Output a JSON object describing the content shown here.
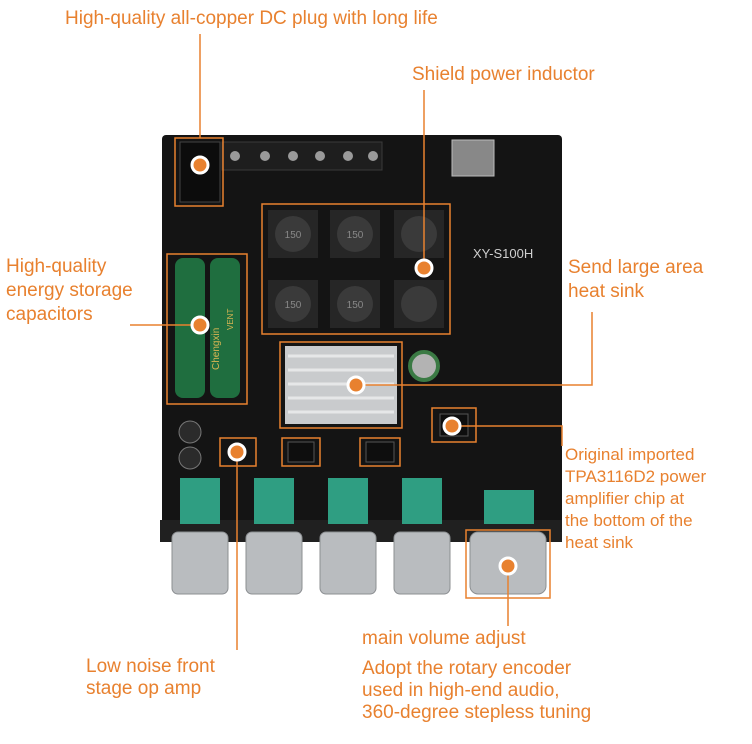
{
  "labels": {
    "dc_plug": "High-quality all-copper DC plug with long life",
    "inductor": "Shield power inductor",
    "capacitors": "High-quality\nenergy storage\ncapacitors",
    "heat_sink": "Send large area\nheat sink",
    "chip": "Original imported\nTPA3116D2 power\namplifier chip at\nthe bottom of the\nheat sink",
    "volume": "main volume adjust",
    "encoder": "Adopt the rotary encoder\nused in high-end audio,\n360-degree stepless tuning",
    "op_amp": "Low noise front\nstage op amp"
  },
  "board": {
    "model": "XY-S100H",
    "inductor_marking": "150",
    "capacitor_brand": "Chengxin",
    "capacitor_vent": "VENT"
  },
  "colors": {
    "accent": "#e8812f",
    "pcb": "#141414",
    "knob": "#b9bcbf",
    "connector_green": "#2f9e82",
    "capacitor_green": "#1f6e3f"
  }
}
